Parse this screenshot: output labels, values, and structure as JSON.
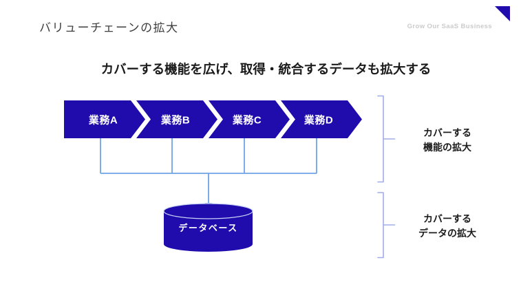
{
  "slide": {
    "title": "バリューチェーンの拡大",
    "watermark": "Grow Our SaaS Business",
    "heading": "カバーする機能を広げ、取得・統合するデータも拡大する"
  },
  "diagram": {
    "process_chain": {
      "steps": [
        {
          "label": "業務A"
        },
        {
          "label": "業務B"
        },
        {
          "label": "業務C"
        },
        {
          "label": "業務D"
        }
      ]
    },
    "database": {
      "label": "データベース"
    },
    "annotations": {
      "functions": {
        "line1": "カバーする",
        "line2": "機能の拡大"
      },
      "data": {
        "line1": "カバーする",
        "line2": "データの拡大"
      }
    }
  },
  "colors": {
    "deep_blue": "#200cad",
    "connector_blue": "#6fa3e8",
    "bracket_blue": "#9fabe9",
    "watermark_gray": "#cbcbcb",
    "heading_black": "#1b1b1b",
    "title_gray": "#3e3e3e"
  }
}
